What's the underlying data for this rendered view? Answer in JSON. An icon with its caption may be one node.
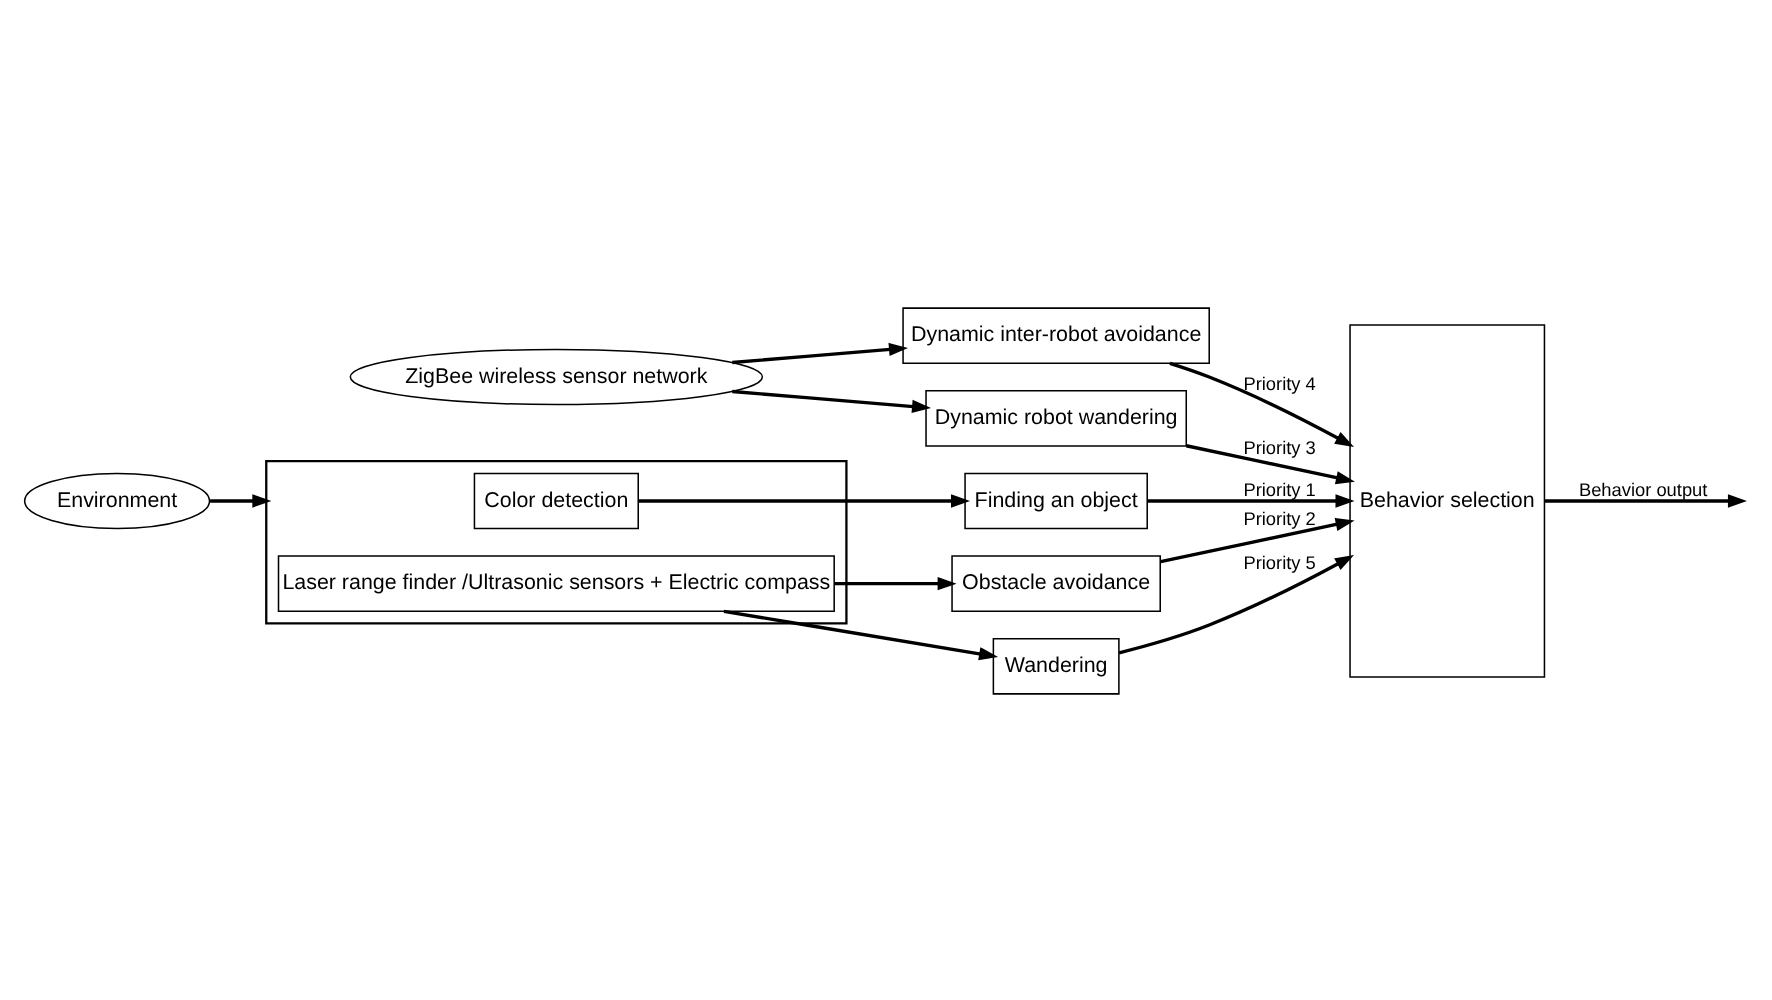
{
  "diagram": {
    "nodes": [
      {
        "text": [
          "ZigBee wireless sensor network"
        ]
      },
      {
        "text": [
          "Dynamic inter-robot avoidance"
        ]
      },
      {
        "text": [
          "Dynamic robot wandering"
        ]
      },
      {
        "text": [
          "Behavior selection"
        ]
      },
      {
        "text": [
          "Environment"
        ]
      },
      {
        "text": [],
        "shape": "box"
      },
      {
        "text": [
          "Color detection"
        ],
        "in": 5
      },
      {
        "text": [
          "Laser range finder /Ultrasonic sensors + Electric compass"
        ],
        "in": 5
      },
      {
        "text": [
          "Finding an object"
        ]
      },
      {
        "text": [
          "Obstacle avoidance"
        ]
      },
      {
        "text": [
          "Wandering"
        ]
      }
    ],
    "edges": [
      {
        "from": 0,
        "to": 1,
        "arrow": "to"
      },
      {
        "from": 0,
        "to": 2,
        "arrow": "to"
      },
      {
        "from": 4,
        "to": 5,
        "arrow": "to"
      },
      {
        "from": 6,
        "to": 8,
        "arrow": "to"
      },
      {
        "from": 7,
        "to": 9,
        "arrow": "to"
      },
      {
        "from": 7,
        "to": 10,
        "arrow": "to"
      },
      {
        "from": 1,
        "to": 3,
        "arrow": "to",
        "label": "Priority 4"
      },
      {
        "from": 2,
        "to": 3,
        "arrow": "to",
        "label": "Priority 3"
      },
      {
        "from": 8,
        "to": 3,
        "arrow": "to",
        "label": "Priority 1"
      },
      {
        "from": 9,
        "to": 3,
        "arrow": "to",
        "label": "Priority 2"
      },
      {
        "from": 10,
        "to": 3,
        "arrow": "to",
        "label": "Priority 5"
      },
      {
        "from": 3,
        "to": null,
        "arrow": "to",
        "label": "Behavior output"
      }
    ]
  }
}
